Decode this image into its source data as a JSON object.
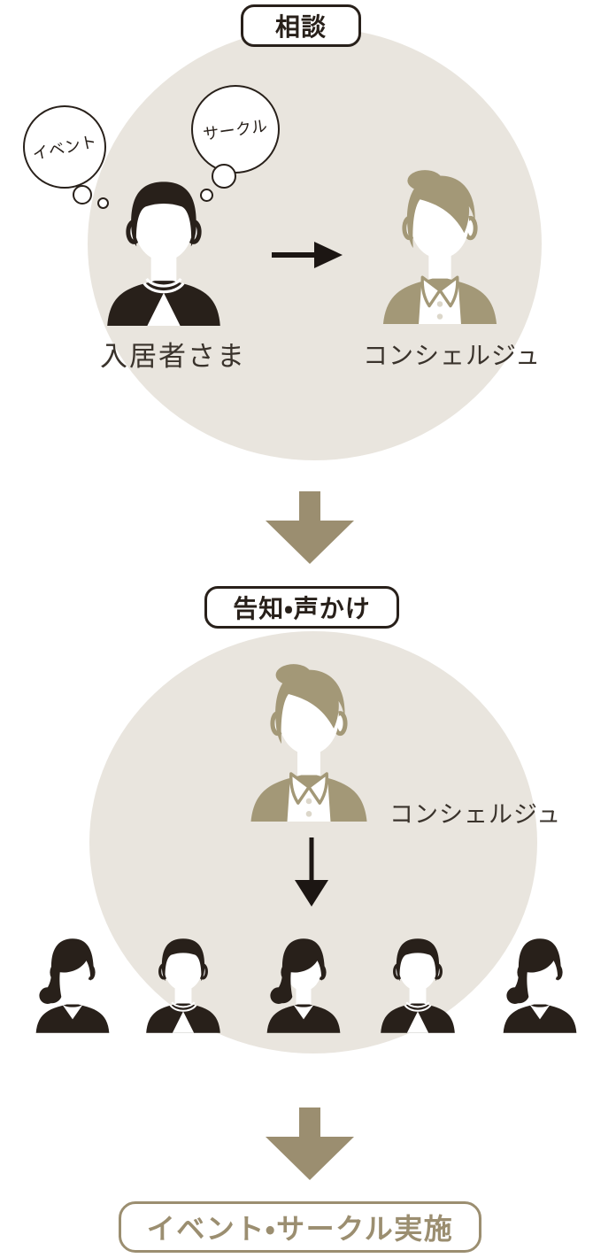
{
  "steps": [
    {
      "badge": "相談",
      "thought_bubbles": [
        {
          "text": "イベント",
          "icon": "thought-bubble-icon"
        },
        {
          "text": "サークル",
          "icon": "thought-bubble-icon"
        }
      ],
      "from_actor": {
        "label": "入居者さま",
        "icon": "person-man-icon"
      },
      "to_actor": {
        "label": "コンシェルジュ",
        "icon": "person-concierge-icon"
      },
      "arrow_icon": "right-arrow-icon"
    },
    {
      "badge": "告知・声かけ",
      "actor": {
        "label": "コンシェルジュ",
        "icon": "person-concierge-icon"
      },
      "arrow_icon": "down-arrow-icon",
      "audience": {
        "count": 5,
        "icons": [
          "person-woman-icon",
          "person-man-icon",
          "person-woman-icon",
          "person-man-icon",
          "person-woman-icon"
        ]
      }
    }
  ],
  "connectors": [
    "big-down-arrow-icon",
    "big-down-arrow-icon"
  ],
  "result": {
    "badge": "イベント・サークル実施"
  },
  "colors": {
    "background": "#ffffff",
    "circle_fill": "#e9e5de",
    "ink": "#28201a",
    "olive_accent": "#9b8e70",
    "olive_icon": "#a39877",
    "label_text": "#3a332c"
  }
}
